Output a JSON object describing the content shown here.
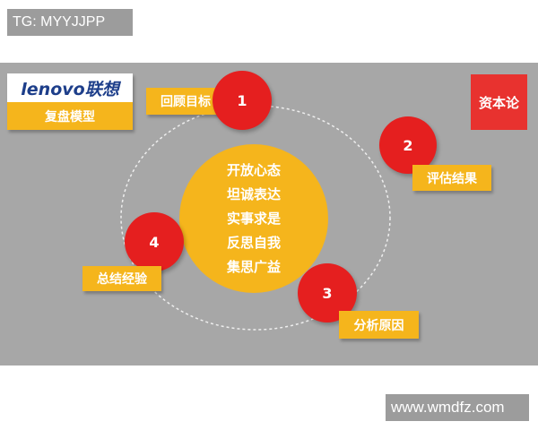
{
  "watermark_top": "TG: MYYJJPP",
  "watermark_bottom": "www.wmdfz.com",
  "brand": {
    "logo": "lenovo联想",
    "subtitle": "复盘模型"
  },
  "corner_logo": "资本论",
  "center_lines": [
    "开放心态",
    "坦诚表达",
    "实事求是",
    "反思自我",
    "集思广益"
  ],
  "steps": [
    {
      "number": "1",
      "label": "回顾目标"
    },
    {
      "number": "2",
      "label": "评估结果"
    },
    {
      "number": "3",
      "label": "分析原因"
    },
    {
      "number": "4",
      "label": "总结经验"
    }
  ],
  "colors": {
    "panel": "#a7a7a7",
    "red": "#e51f1f",
    "yellow": "#f5b51c",
    "lenovo_blue": "#1d3e8a"
  }
}
